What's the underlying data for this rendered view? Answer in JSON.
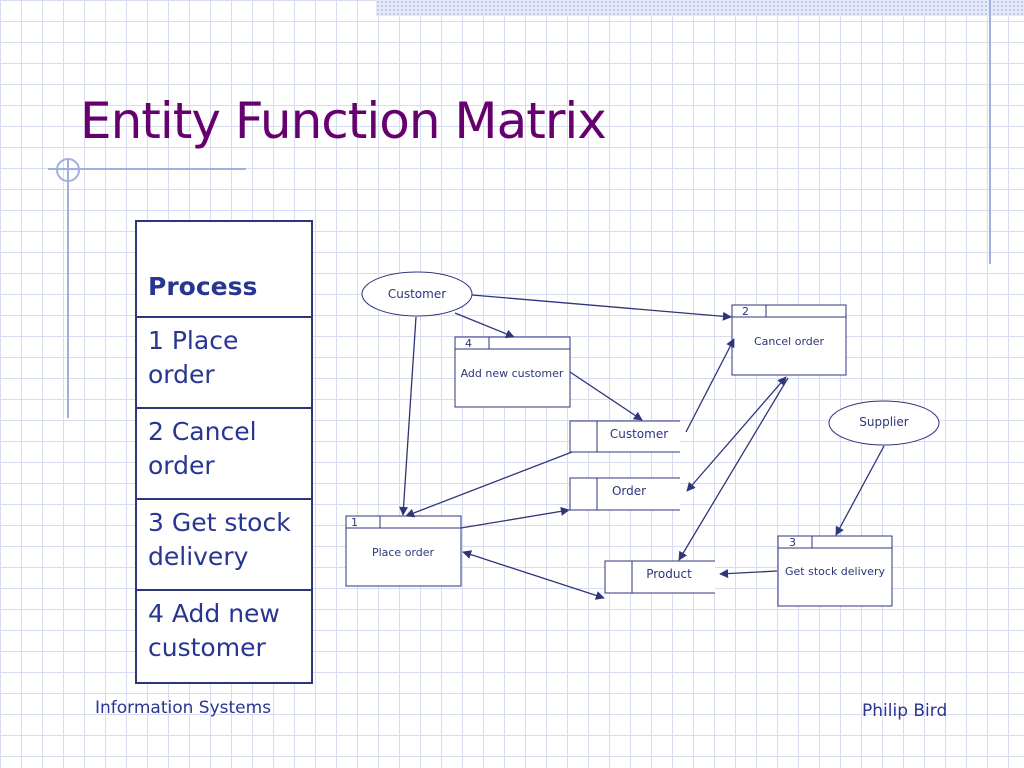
{
  "slide": {
    "title": "Entity Function Matrix",
    "footer_left": "Information Systems",
    "footer_right": "Philip Bird"
  },
  "process_table": {
    "header": "Process",
    "rows": [
      "1 Place order",
      "2 Cancel order",
      "3 Get stock delivery",
      "4 Add new customer"
    ]
  },
  "diagram": {
    "external_entities": {
      "customer": "Customer",
      "supplier": "Supplier"
    },
    "processes": {
      "p1": {
        "id": "1",
        "label": "Place order"
      },
      "p2": {
        "id": "2",
        "label": "Cancel order"
      },
      "p3": {
        "id": "3",
        "label": "Get stock delivery"
      },
      "p4": {
        "id": "4",
        "label": "Add new customer"
      }
    },
    "data_stores": {
      "customer": "Customer",
      "order": "Order",
      "product": "Product"
    }
  }
}
